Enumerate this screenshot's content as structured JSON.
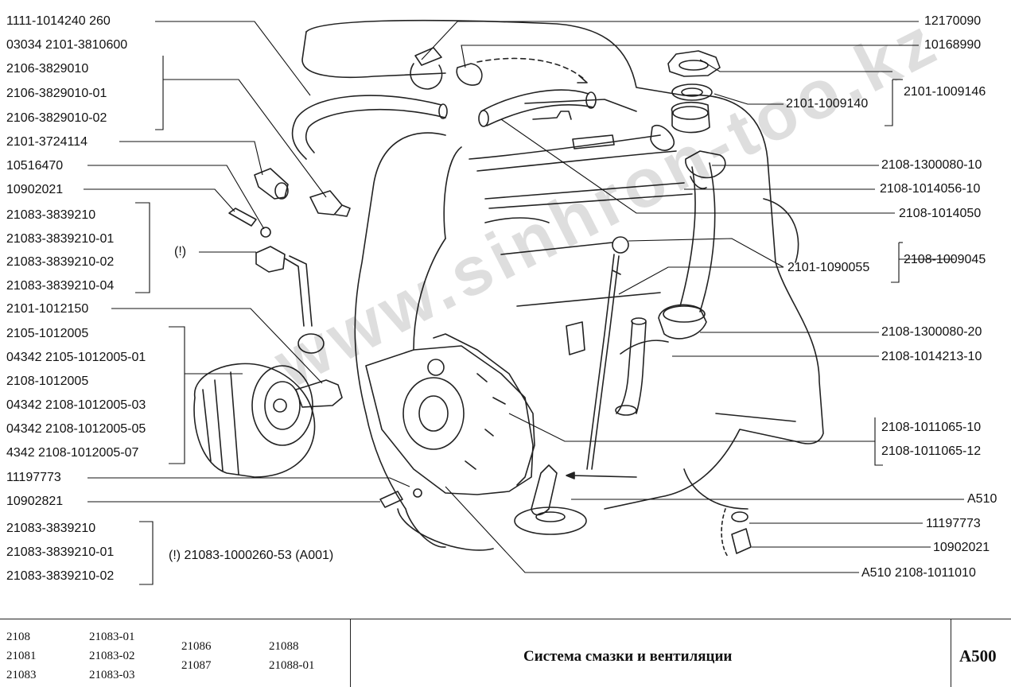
{
  "watermark": "www.sinhron-too.kz",
  "left_labels": [
    "1111-1014240 260",
    "03034 2101-3810600",
    "2106-3829010",
    "2106-3829010-01",
    "2106-3829010-02",
    "2101-3724114",
    "10516470",
    "10902021",
    "21083-3839210",
    "21083-3839210-01",
    "21083-3839210-02",
    "21083-3839210-04",
    "(!)",
    "2101-1012150",
    "2105-1012005",
    "04342 2105-1012005-01",
    "2108-1012005",
    "04342 2108-1012005-03",
    "04342 2108-1012005-05",
    "4342 2108-1012005-07",
    "11197773",
    "10902821",
    "21083-3839210",
    "21083-3839210-01",
    "21083-3839210-02",
    "(!) 21083-1000260-53 (A001)"
  ],
  "right_labels": [
    "12170090",
    "10168990",
    "2101-1009146",
    "2101-1009140",
    "2108-1300080-10",
    "2108-1014056-10",
    "2108-1014050",
    "2108-1009045",
    "2101-1090055",
    "2108-1300080-20",
    "2108-1014213-10",
    "2108-1011065-10",
    "2108-1011065-12",
    "A510",
    "11197773",
    "10902021",
    "A510 2108-1011010"
  ],
  "footer": {
    "models_col1": [
      "2108",
      "21081",
      "21083"
    ],
    "models_col2": [
      "21083-01",
      "21083-02",
      "21083-03"
    ],
    "models_col3": [
      "21086",
      "21087"
    ],
    "models_col4": [
      "21088",
      "21088-01"
    ],
    "title": "Система смазки и вентиляции",
    "code": "A500"
  }
}
